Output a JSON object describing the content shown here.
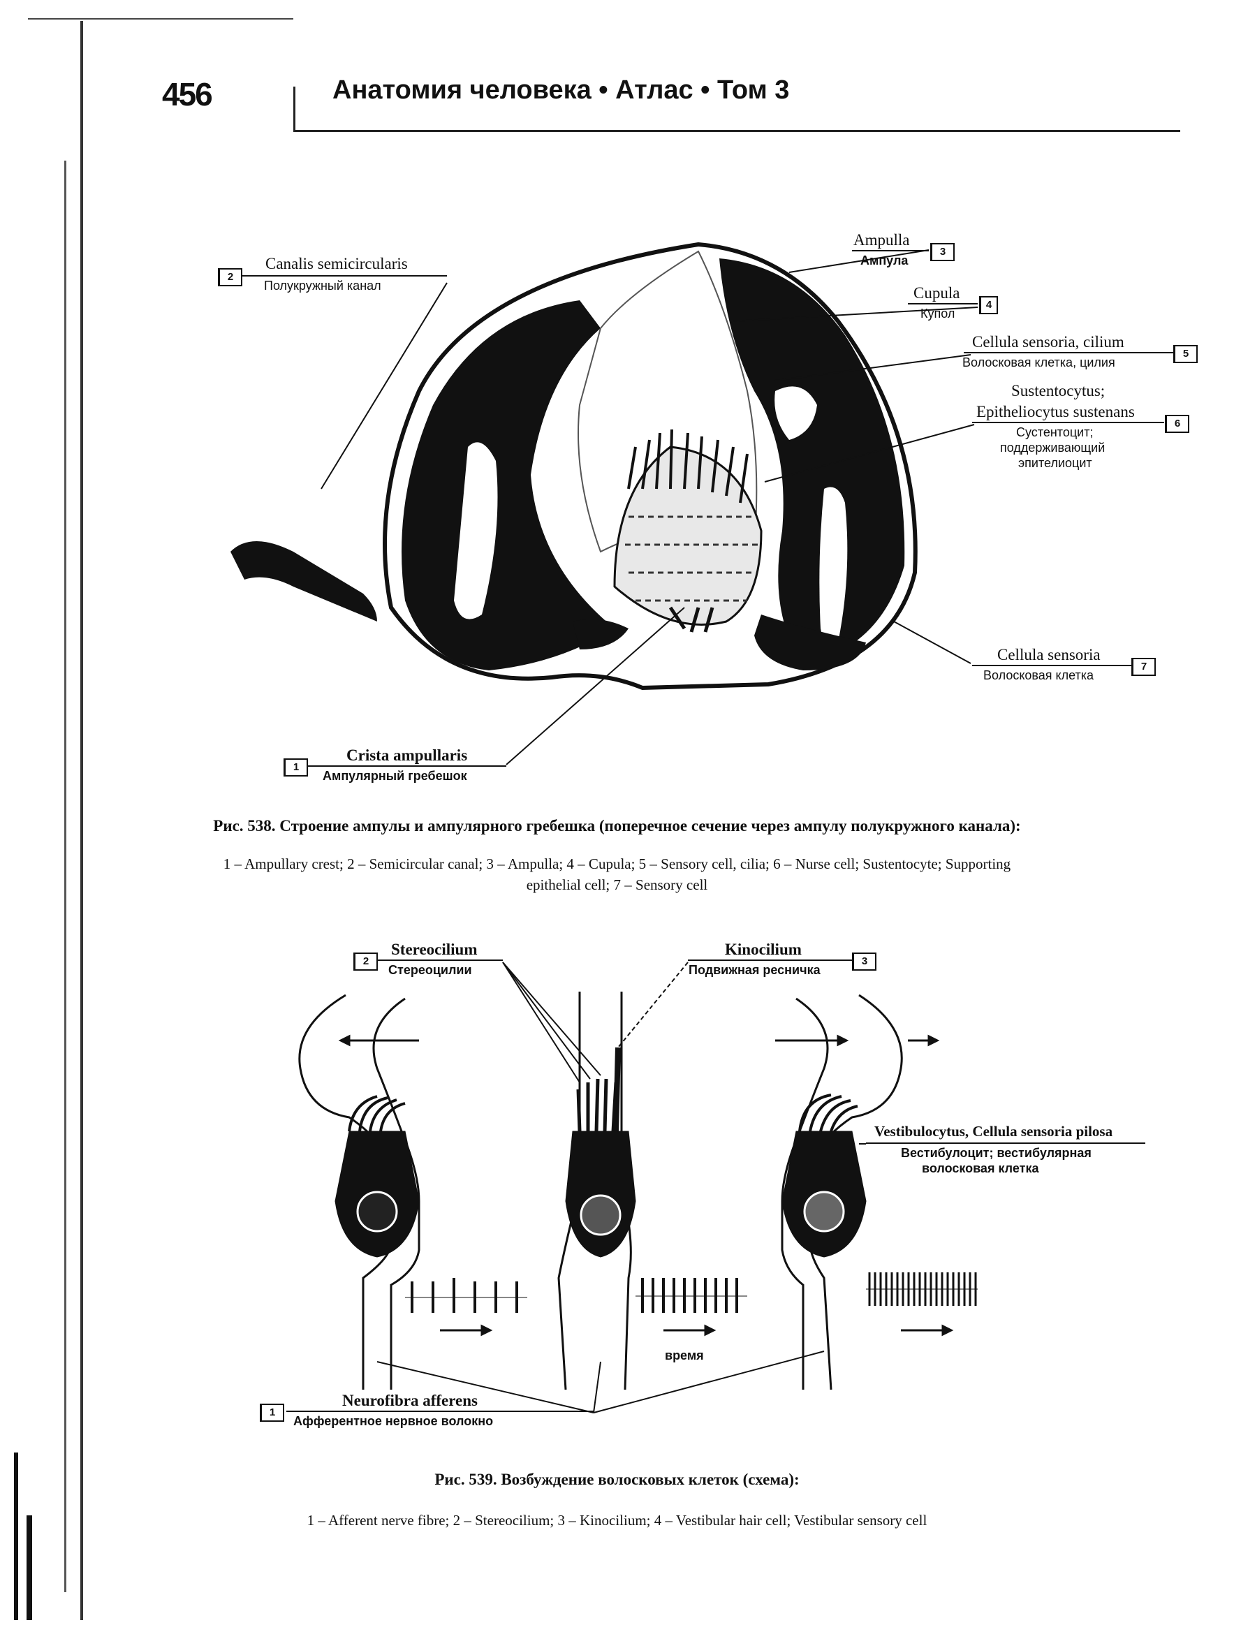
{
  "header": {
    "page_number": "456",
    "title": "Анатомия человека • Атлас • Том 3"
  },
  "figure538": {
    "labels": {
      "canalis": {
        "num": "2",
        "latin": "Canalis semicircularis",
        "russian": "Полукружный канал"
      },
      "ampulla": {
        "num": "3",
        "latin": "Ampulla",
        "russian": "Ампула"
      },
      "cupula": {
        "num": "4",
        "latin": "Cupula",
        "russian": "Купол"
      },
      "cellula_cilium": {
        "num": "5",
        "latin": "Cellula sensoria, cilium",
        "russian": "Волосковая клетка, цилия"
      },
      "sustentocytus": {
        "num": "6",
        "latin1": "Sustentocytus;",
        "latin2": "Epitheliocytus sustenans",
        "russian1": "Сустентоцит;",
        "russian2": "поддерживающий",
        "russian3": "эпителиоцит"
      },
      "cellula": {
        "num": "7",
        "latin": "Cellula sensoria",
        "russian": "Волосковая клетка"
      },
      "crista": {
        "num": "1",
        "latin": "Crista ampullaris",
        "russian": "Ампулярный гребешок"
      }
    },
    "caption_title": "Рис. 538. Строение ампулы и ампулярного гребешка (поперечное сечение через ампулу полукружного канала):",
    "caption_line1": "1 – Ampullary crest; 2 – Semicircular canal; 3 – Ampulla; 4 – Cupula; 5 – Sensory cell, cilia; 6 – Nurse cell; Sustentocyte; Supporting",
    "caption_line2": "epithelial cell; 7 – Sensory cell"
  },
  "figure539": {
    "labels": {
      "stereocilium": {
        "num": "2",
        "latin": "Stereocilium",
        "russian": "Стереоцилии"
      },
      "kinocilium": {
        "num": "3",
        "latin": "Kinocilium",
        "russian": "Подвижная ресничка"
      },
      "vestibulocytus": {
        "latin": "Vestibulocytus, Cellula sensoria pilosa",
        "russian1": "Вестибулоцит; вестибулярная",
        "russian2": "волосковая клетка"
      },
      "neurofibra": {
        "num": "1",
        "latin": "Neurofibra afferens",
        "russian": "Афферентное нервное волокно"
      },
      "time": "время"
    },
    "caption_title": "Рис. 539. Возбуждение волосковых клеток (схема):",
    "caption_line1": "1 – Afferent nerve fibre; 2 – Stereocilium; 3 – Kinocilium; 4 – Vestibular hair cell; Vestibular sensory cell"
  }
}
